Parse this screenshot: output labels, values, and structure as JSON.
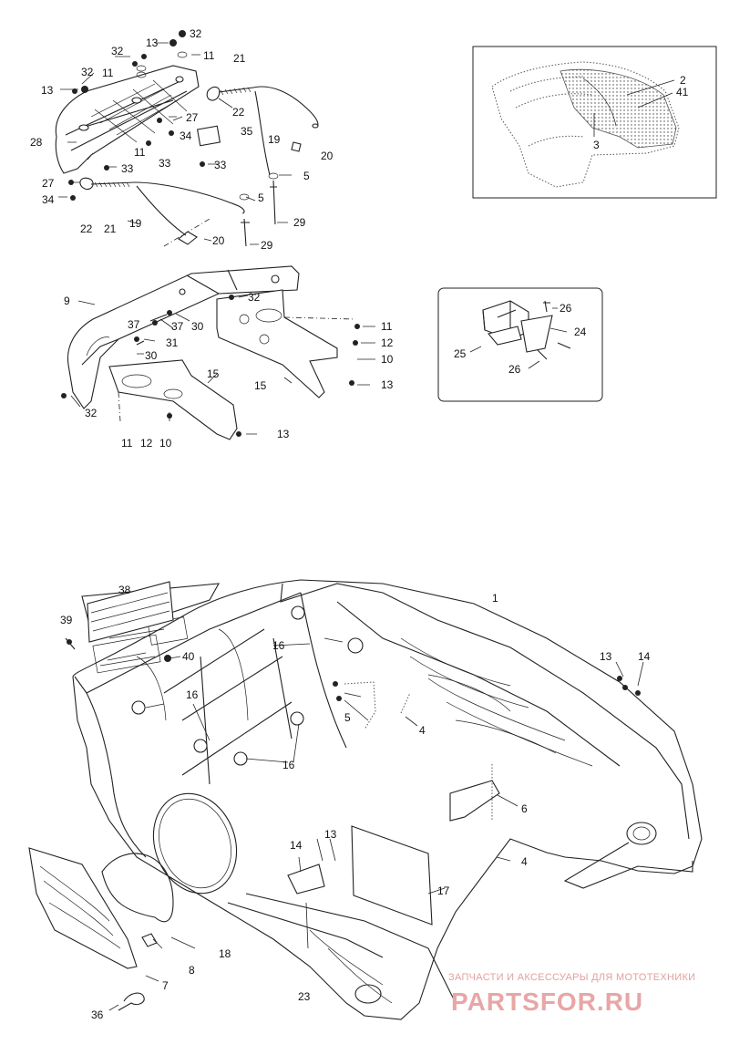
{
  "diagram": {
    "callouts": {
      "c1": "1",
      "c2": "2",
      "c3": "3",
      "c41": "41",
      "c4a": "4",
      "c4b": "4",
      "c5a": "5",
      "c5b": "5",
      "c5c": "5",
      "c6": "6",
      "c7": "7",
      "c8": "8",
      "c9": "9",
      "c10a": "10",
      "c10b": "10",
      "c11a": "11",
      "c11b": "11",
      "c11c": "11",
      "c11d": "11",
      "c11e": "11",
      "c12a": "12",
      "c12b": "12",
      "c13a": "13",
      "c13b": "13",
      "c13c": "13",
      "c13d": "13",
      "c13e": "13",
      "c13f": "13",
      "c14a": "14",
      "c14b": "14",
      "c15a": "15",
      "c15b": "15",
      "c16a": "16",
      "c16b": "16",
      "c16c": "16",
      "c17": "17",
      "c18": "18",
      "c19a": "19",
      "c19b": "19",
      "c20a": "20",
      "c20b": "20",
      "c21a": "21",
      "c21b": "21",
      "c22a": "22",
      "c22b": "22",
      "c23": "23",
      "c24": "24",
      "c25": "25",
      "c26a": "26",
      "c26b": "26",
      "c27a": "27",
      "c27b": "27",
      "c28": "28",
      "c29a": "29",
      "c29b": "29",
      "c30a": "30",
      "c30b": "30",
      "c31": "31",
      "c32a": "32",
      "c32b": "32",
      "c32c": "32",
      "c32d": "32",
      "c32e": "32",
      "c33a": "33",
      "c33b": "33",
      "c33c": "33",
      "c34a": "34",
      "c34b": "34",
      "c35": "35",
      "c36": "36",
      "c37a": "37",
      "c37b": "37",
      "c38": "38",
      "c39": "39",
      "c40": "40"
    }
  },
  "watermark": {
    "subtitle": "ЗАПЧАСТИ И АКСЕССУАРЫ ДЛЯ МОТОТЕХНИКИ",
    "brand": "PARTSFOR.RU"
  }
}
